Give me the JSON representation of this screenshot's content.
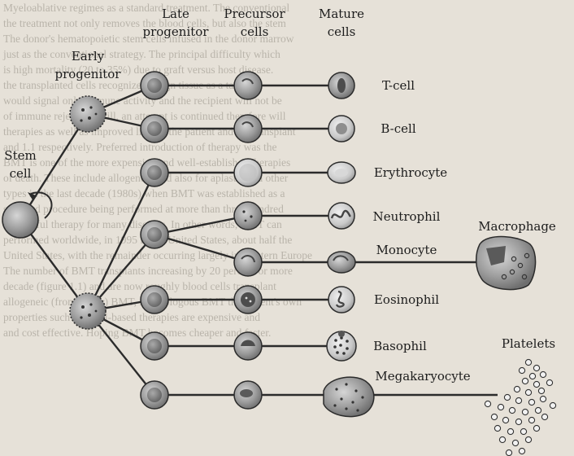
{
  "columns": {
    "late_progenitor": "Late\nprogenitor",
    "precursor": "Precursor\ncells",
    "mature": "Mature\ncells"
  },
  "stem_cell": "Stem\ncell",
  "early_progenitor": "Early\nprogenitor",
  "lineages": [
    "T-cell",
    "B-cell",
    "Erythrocyte",
    "Neutrophil",
    "Monocyte",
    "Eosinophil",
    "Basophil",
    "Megakaryocyte"
  ],
  "macrophage": "Macrophage",
  "platelets": "Platelets",
  "colors": {
    "cell_fill": "#9c9c9c",
    "cell_outline": "#2b2b2b",
    "background": "#e6e1d8"
  }
}
